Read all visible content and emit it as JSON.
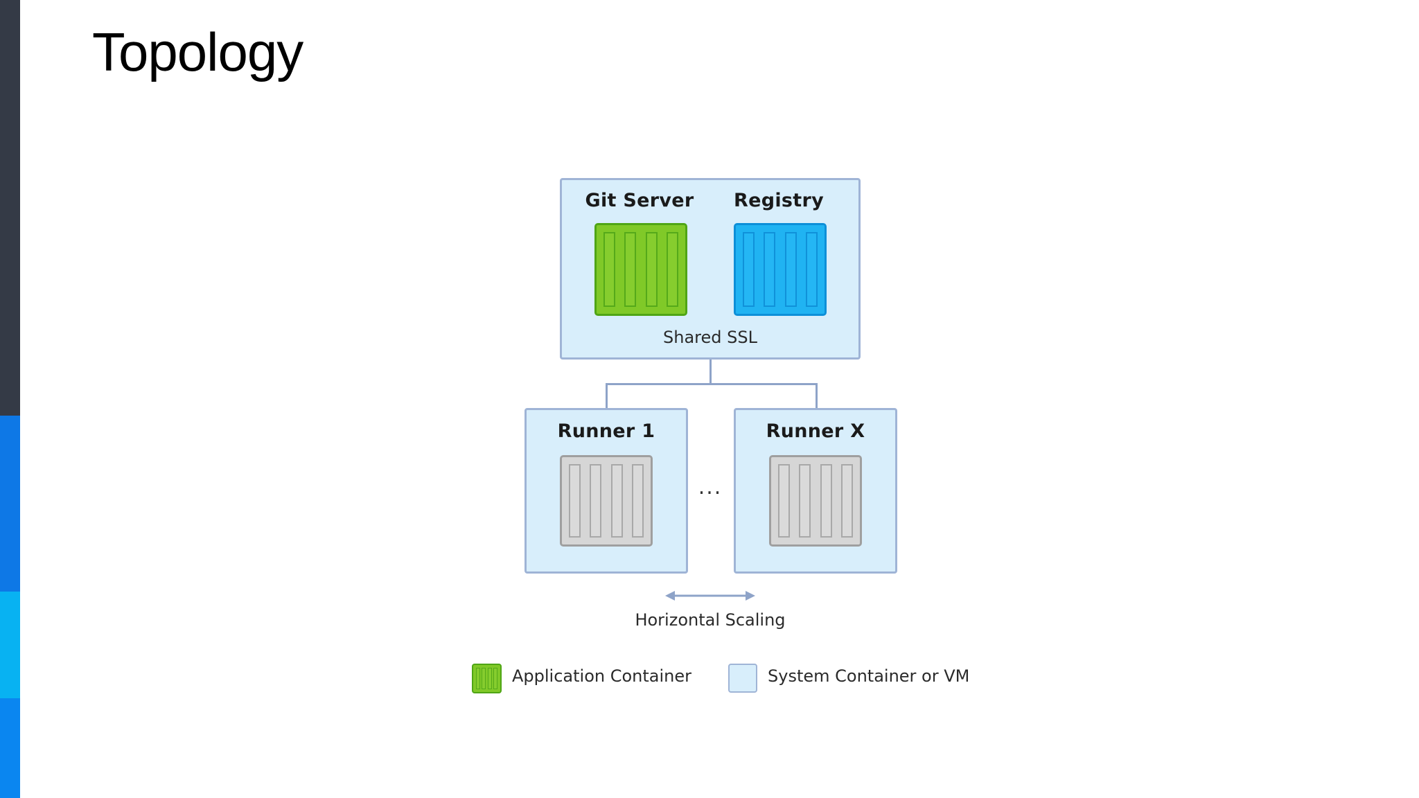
{
  "page": {
    "title": "Topology"
  },
  "diagram": {
    "nodes": {
      "git_server": {
        "label": "Git Server"
      },
      "registry": {
        "label": "Registry"
      },
      "shared_group": {
        "caption": "Shared SSL"
      },
      "runner_1": {
        "label": "Runner 1"
      },
      "runner_x": {
        "label": "Runner X"
      }
    },
    "ellipsis": "...",
    "scaling": {
      "label": "Horizontal Scaling"
    },
    "legend": [
      {
        "label": "Application Container",
        "icon": "application-container-icon"
      },
      {
        "label": "System Container or VM",
        "icon": "system-container-icon"
      }
    ]
  },
  "colors": {
    "app_green": "#80c928",
    "app_blue": "#20b3f2",
    "app_gray": "#d6d6d6",
    "system_fill": "#d8eefb",
    "system_border": "#9fb4d6",
    "connector": "#8ea3c8"
  }
}
